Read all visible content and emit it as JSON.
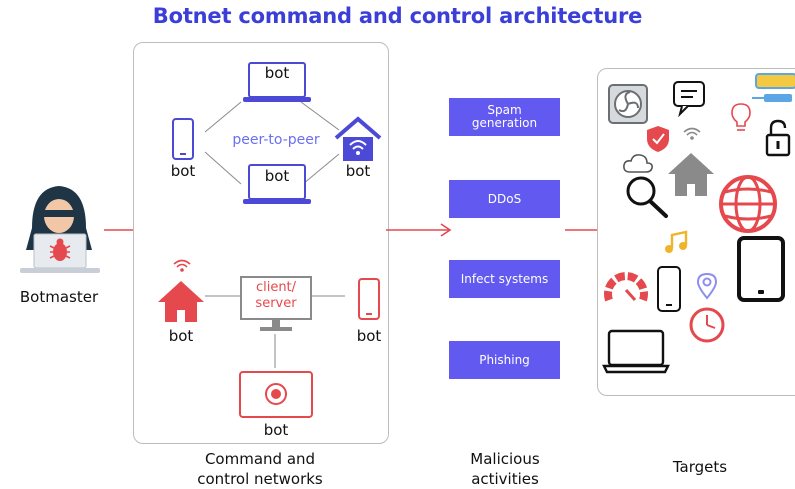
{
  "title": "Botnet command and control architecture",
  "botmaster": {
    "label": "Botmaster"
  },
  "cc_network": {
    "p2p_label": "peer-to-peer",
    "bot_label": "bot",
    "client_server_line1": "client/",
    "client_server_line2": "server",
    "caption_line1": "Command and",
    "caption_line2": "control networks"
  },
  "activities": {
    "items": [
      "Spam generation",
      "DDoS",
      "Infect systems",
      "Phishing"
    ],
    "caption_line1": "Malicious",
    "caption_line2": "activities"
  },
  "targets": {
    "caption": "Targets"
  },
  "colors": {
    "accent": "#6159f0",
    "title": "#3b3fd8",
    "red": "#e5484d",
    "dark": "#111111"
  }
}
